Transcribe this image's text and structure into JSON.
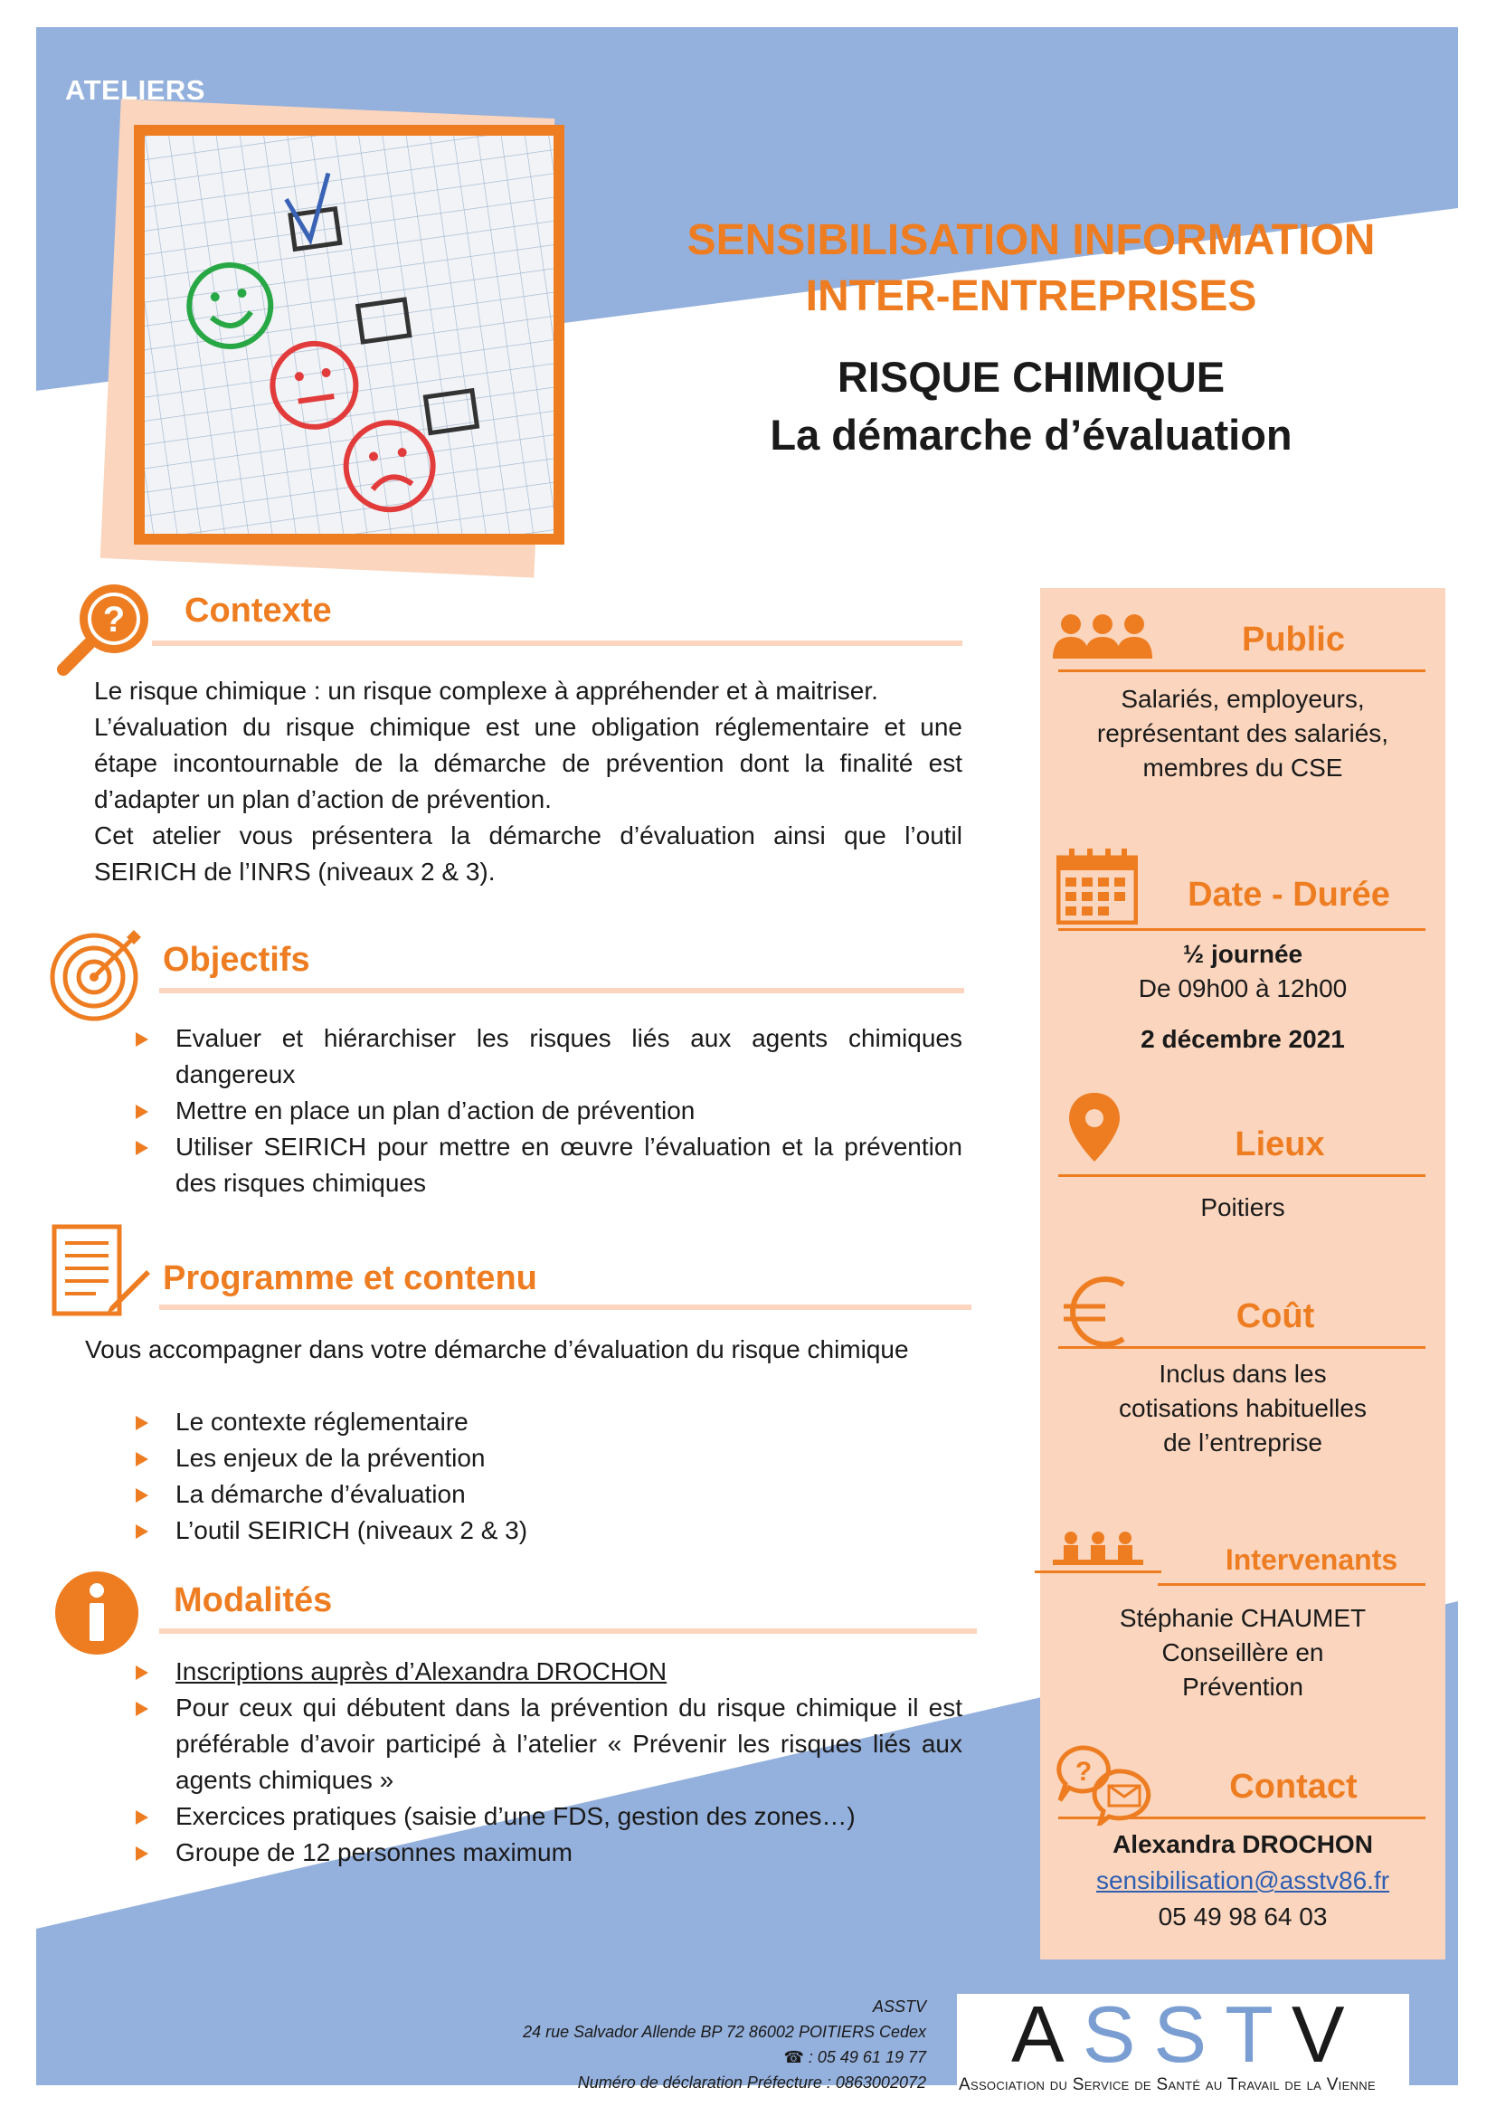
{
  "header": {
    "tag": "ATELIERS",
    "title_line1": "SENSIBILISATION INFORMATION",
    "title_line2": "INTER-ENTREPRISES",
    "subtitle_line1": "RISQUE CHIMIQUE",
    "subtitle_line2": "La démarche d’évaluation"
  },
  "colors": {
    "accent": "#ee7d22",
    "peach": "#fbd5bd",
    "blue": "#94b0dc",
    "link": "#2e5fb3"
  },
  "sections": {
    "contexte": {
      "title": "Contexte",
      "icon": "question-magnifier-icon",
      "paragraphs": [
        "Le risque chimique : un risque complexe à appréhender et à maitriser.",
        "L’évaluation du risque chimique est une obligation réglementaire et une étape incontournable de la démarche de prévention dont la finalité est d’adapter un plan d’action de prévention.",
        "Cet atelier vous présentera la démarche d’évaluation ainsi que l’outil SEIRICH de l’INRS (niveaux 2 & 3)."
      ]
    },
    "objectifs": {
      "title": "Objectifs",
      "icon": "target-arrow-icon",
      "items": [
        "Evaluer et hiérarchiser les risques liés aux agents chimiques dangereux",
        "Mettre en place un plan d’action de prévention",
        "Utiliser SEIRICH pour mettre en œuvre l’évaluation et la prévention des risques chimiques"
      ]
    },
    "programme": {
      "title": "Programme et contenu",
      "icon": "document-pencil-icon",
      "intro": "Vous accompagner dans votre démarche d’évaluation du risque chimique",
      "items": [
        "Le contexte réglementaire",
        "Les enjeux de la prévention",
        "La démarche d’évaluation",
        "L’outil SEIRICH (niveaux 2 & 3)"
      ]
    },
    "modalites": {
      "title": "Modalités",
      "icon": "info-icon",
      "items": [
        "Inscriptions auprès d’Alexandra DROCHON",
        "Pour ceux qui débutent dans la prévention du risque chimique il est préférable d’avoir participé à l’atelier « Prévenir les risques liés aux agents chimiques »",
        "Exercices pratiques (saisie d’une FDS, gestion des zones…)",
        "Groupe de 12 personnes maximum"
      ]
    }
  },
  "sidebar": {
    "public": {
      "title": "Public",
      "icon": "people-icon",
      "lines": [
        "Salariés, employeurs,",
        "représentant des salariés,",
        "membres du CSE"
      ]
    },
    "date": {
      "title": "Date - Durée",
      "icon": "calendar-icon",
      "duration": "½ journée",
      "hours": "De 09h00 à 12h00",
      "day": "2 décembre 2021"
    },
    "lieux": {
      "title": "Lieux",
      "icon": "location-pin-icon",
      "place": "Poitiers"
    },
    "cout": {
      "title": "Coût",
      "icon": "euro-icon",
      "lines": [
        "Inclus dans les",
        "cotisations habituelles",
        "de l’entreprise"
      ]
    },
    "intervenants": {
      "title": "Intervenants",
      "icon": "speakers-table-icon",
      "lines": [
        "Stéphanie CHAUMET",
        "Conseillère en",
        "Prévention"
      ]
    },
    "contact": {
      "title": "Contact",
      "icon": "contact-bubbles-icon",
      "name": "Alexandra DROCHON",
      "email": "sensibilisation@asstv86.fr",
      "phone": "05 49 98 64 03"
    }
  },
  "footer": {
    "org": "ASSTV",
    "address": "24 rue Salvador Allende BP 72 86002 POITIERS Cedex",
    "phone": "☎ : 05 49 61 19 77",
    "declaration": "Numéro de déclaration Préfecture : 0863002072",
    "logo_letters": [
      "A",
      "S",
      "S",
      "T",
      "V"
    ],
    "logo_subtitle": "Association du Service de Santé au Travail de la Vienne"
  }
}
